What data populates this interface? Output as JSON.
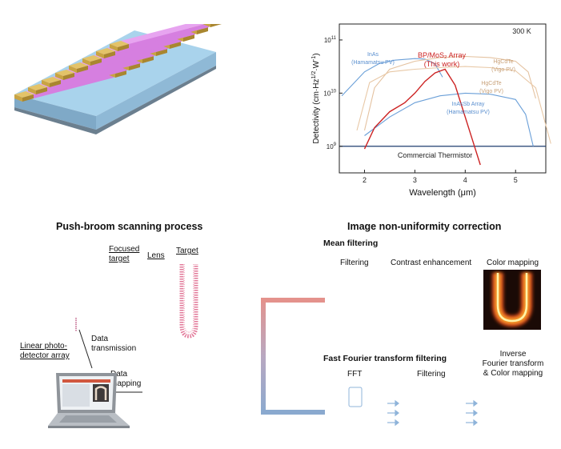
{
  "chart_data": {
    "type": "line",
    "title": "",
    "xlabel": "Wavelength (μm)",
    "ylabel": "Detectivity (cm·Hz^1/2·W^-1)",
    "ylabel_parts": {
      "main": "Detectivity (cm·Hz",
      "sup1": "1/2",
      "mid": "·W",
      "sup2": "-1",
      "end": ")"
    },
    "xlim": [
      1.5,
      5.6
    ],
    "ylim_log10": [
      8.5,
      11.3
    ],
    "log_y": true,
    "x_ticks": [
      "2",
      "3",
      "4",
      "5"
    ],
    "y_ticks": [
      {
        "base": "10",
        "exp": "11"
      },
      {
        "base": "10",
        "exp": "10"
      },
      {
        "base": "10",
        "exp": "9"
      }
    ],
    "temperature": "300 K",
    "reference_line": {
      "label": "Commercial Thermistor",
      "log10_value": 9.0
    },
    "series": [
      {
        "name": "InAs (Hamamatsu PV)",
        "color": "#6a9fd8",
        "x": [
          1.55,
          1.8,
          2.0,
          2.3,
          2.6,
          3.0,
          3.2,
          3.4,
          3.55
        ],
        "log_y": [
          9.95,
          10.2,
          10.4,
          10.56,
          10.62,
          10.65,
          10.64,
          10.55,
          10.3
        ]
      },
      {
        "name": "HgCdTe (Vigo PV)",
        "color": "#e4c2a0",
        "x": [
          2.0,
          2.2,
          2.5,
          3.0,
          3.5,
          4.0,
          4.5,
          5.0,
          5.25,
          5.4
        ],
        "log_y": [
          9.3,
          10.1,
          10.45,
          10.6,
          10.67,
          10.69,
          10.67,
          10.6,
          10.4,
          9.9
        ]
      },
      {
        "name": "HgCdTe (Vigo PV)",
        "color": "#e8c8a6",
        "x": [
          1.85,
          2.1,
          2.5,
          3.0,
          3.5,
          4.0,
          4.5,
          5.0,
          5.4,
          5.7
        ],
        "log_y": [
          9.3,
          10.2,
          10.4,
          10.45,
          10.48,
          10.5,
          10.48,
          10.42,
          10.1,
          9.05
        ]
      },
      {
        "name": "InAsSb Array (Hamamatsu PV)",
        "color": "#6a9fd8",
        "x": [
          2.0,
          2.5,
          3.0,
          3.5,
          4.0,
          4.5,
          5.0,
          5.2,
          5.35
        ],
        "log_y": [
          9.2,
          9.55,
          9.82,
          9.95,
          10.0,
          9.98,
          9.88,
          9.6,
          9.0
        ]
      },
      {
        "name": "BP/MoS2 Array (This work)",
        "name_display": "BP/MoS₂ Array",
        "sub": "(This work)",
        "color": "#cc2222",
        "x": [
          2.0,
          2.2,
          2.5,
          2.8,
          3.0,
          3.2,
          3.4,
          3.6,
          3.8,
          4.0,
          4.2,
          4.3
        ],
        "log_y": [
          8.95,
          9.35,
          9.65,
          9.82,
          10.0,
          10.22,
          10.38,
          10.45,
          10.15,
          9.55,
          8.95,
          8.65
        ]
      }
    ]
  },
  "device": {},
  "pushbroom": {
    "title": "Push-broom  scanning process",
    "focused_target_label": "Focused\ntarget",
    "lens_label": "Lens",
    "target_label": "Target",
    "data_transmission_label": "Data\ntransmission",
    "linear_array_label": "Linear photo-\ndetector array",
    "data_mapping_label": "Data\nmapping"
  },
  "correction": {
    "title": "Image non-uniformity correction",
    "mean_filtering_title": "Mean filtering",
    "filtering_label": "Filtering",
    "contrast_label": "Contrast enhancement",
    "color_mapping_label": "Color mapping",
    "fft_title": "Fast Fourier transform filtering",
    "fft_label": "FFT",
    "filtering2_label": "Filtering",
    "inverse_label": "Inverse\nFourier transform\n& Color mapping"
  },
  "colors": {
    "photodetector": "#d67fe0",
    "gold": "#c9a443",
    "substrate": "#8ec5e4",
    "bracket_top": "#e4928c",
    "bracket_bottom": "#8aa9cf"
  }
}
